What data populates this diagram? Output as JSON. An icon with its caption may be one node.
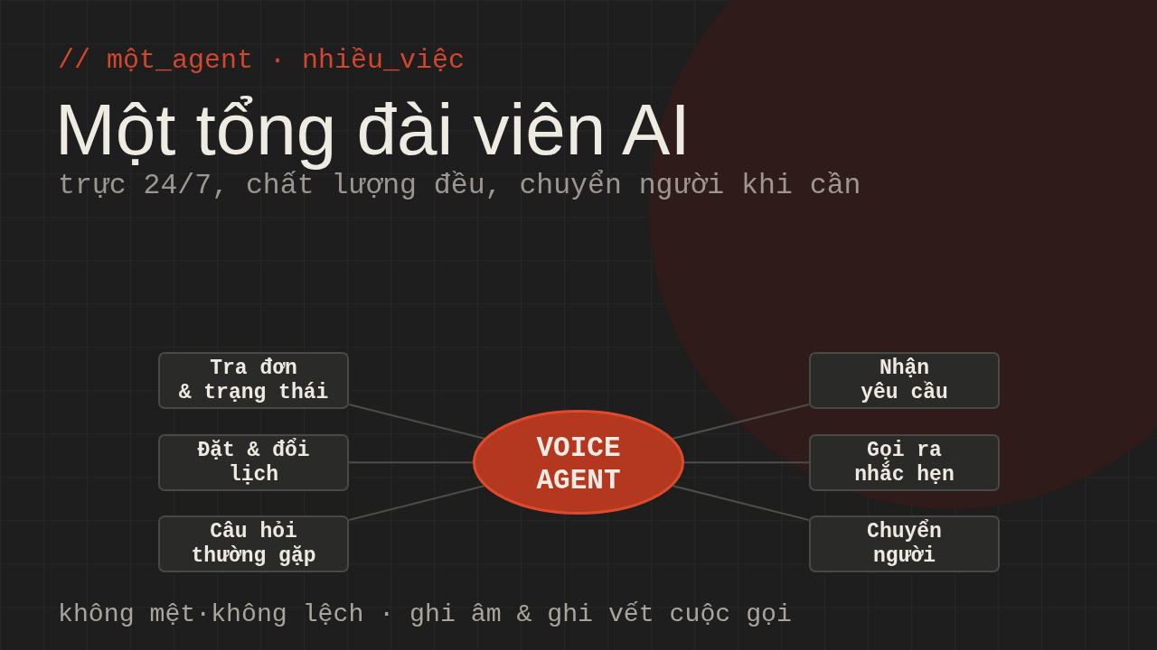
{
  "diagram": {
    "title": "Một tổng đài viên AI",
    "nodes": [
      {
        "text": [
          "Tra đơn & trạng thái"
        ]
      },
      {
        "text": [
          "Nhận yêu cầu"
        ]
      },
      {
        "text": [
          "Đặt & đổi lịch"
        ]
      },
      {
        "text": [
          "VOICE AGENT"
        ]
      },
      {
        "text": [
          "Gọi ra nhắc hẹn"
        ]
      },
      {
        "text": [
          "Câu hỏi thường gặp"
        ]
      },
      {
        "text": [
          "Chuyển người"
        ]
      }
    ],
    "edges": [
      {
        "from": 3,
        "to": 0,
        "arrow": "none"
      },
      {
        "from": 3,
        "to": 2,
        "arrow": "none"
      },
      {
        "from": 3,
        "to": 5,
        "arrow": "none"
      },
      {
        "from": 3,
        "to": 1,
        "arrow": "none"
      },
      {
        "from": 3,
        "to": 4,
        "arrow": "none"
      },
      {
        "from": 3,
        "to": 6,
        "arrow": "none"
      }
    ],
    "labels": [
      "// một_agent · nhiều_việc",
      "trực 24/7, chất lượng đều, chuyển người khi cần",
      "không mệt·không lệch · ghi âm & ghi vết cuộc gọi"
    ]
  }
}
